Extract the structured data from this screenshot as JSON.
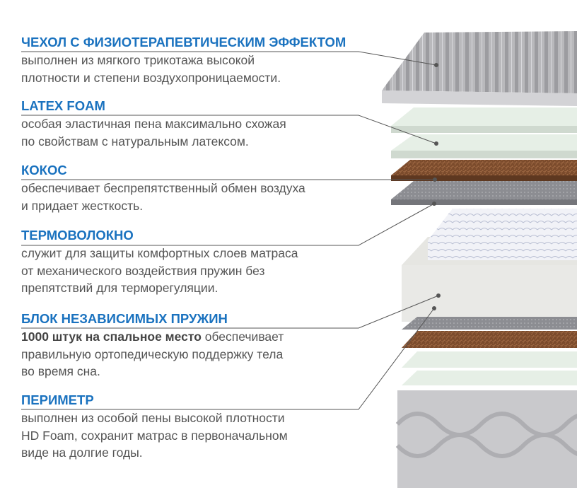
{
  "colors": {
    "heading": "#1a72bf",
    "body": "#555555",
    "leader": "#555555"
  },
  "layers": [
    {
      "title": "ЧЕХОЛ С ФИЗИОТЕРАПЕВТИЧЕСКИМ ЭФФЕКТОМ",
      "lines": [
        "выполнен из мягкого трикотажа высокой",
        "плотности и степени воздухопроницаемости."
      ]
    },
    {
      "title": "LATEX FOAM",
      "lines": [
        "особая эластичная пена максимально схожая",
        "по свойствам с натуральным латексом."
      ]
    },
    {
      "title": "КОКОС",
      "lines": [
        "обеспечивает беспрепятственный обмен воздуха",
        "и придает жесткость."
      ]
    },
    {
      "title": "ТЕРМОВОЛОКНО",
      "lines": [
        "служит для защиты комфортных слоев матраса",
        "от механического воздействия пружин без",
        "препятствий для терморегуляции."
      ]
    },
    {
      "title": "БЛОК НЕЗАВИСИМЫХ ПРУЖИН",
      "bold_lead": "1000 штук на спальное место",
      "lines": [
        " обеспечивает",
        "правильную ортопедическую поддержку тела",
        "во время сна."
      ]
    },
    {
      "title": "ПЕРИМЕТР",
      "lines": [
        "выполнен из особой пены высокой плотности",
        "HD Foam, сохранит матрас в первоначальном",
        "виде на долгие годы."
      ]
    }
  ]
}
